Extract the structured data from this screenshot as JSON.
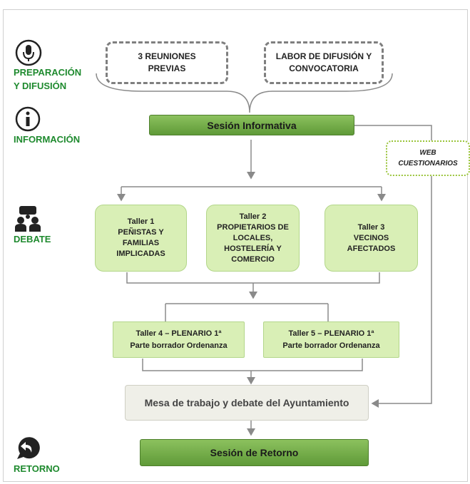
{
  "stages": {
    "preparacion": "PREPARACIÓN\nY DIFUSIÓN",
    "informacion": "INFORMACIÓN",
    "debate": "DEBATE",
    "retorno": "RETORNO"
  },
  "boxes": {
    "reuniones": "3 REUNIONES\nPREVIAS",
    "difusion": "LABOR DE DIFUSIÓN Y\nCONVOCATORIA",
    "sesion_informativa": "Sesión Informativa",
    "web": "WEB\nCUESTIONARIOS",
    "taller1": "Taller 1\nPEÑISTAS Y\nFAMILIAS\nIMPLICADAS",
    "taller2": "Taller 2\nPROPIETARIOS DE\nLOCALES,\nHOSTELERÍA Y\nCOMERCIO",
    "taller3": "Taller 3\nVECINOS\nAFECTADOS",
    "taller4": "Taller 4 – PLENARIO 1ª\nParte borrador Ordenanza",
    "taller5": "Taller 5 – PLENARIO 1ª\nParte borrador Ordenanza",
    "mesa": "Mesa de trabajo y debate del Ayuntamiento",
    "retorno": "Sesión de Retorno"
  },
  "colors": {
    "stage_label": "#1e8a2e",
    "dark_green": "#6fa845",
    "light_green": "#d9efb6",
    "connector": "#8a8a8a"
  },
  "icons": [
    "microphone-icon",
    "info-icon",
    "meeting-icon",
    "return-arrow-icon"
  ]
}
